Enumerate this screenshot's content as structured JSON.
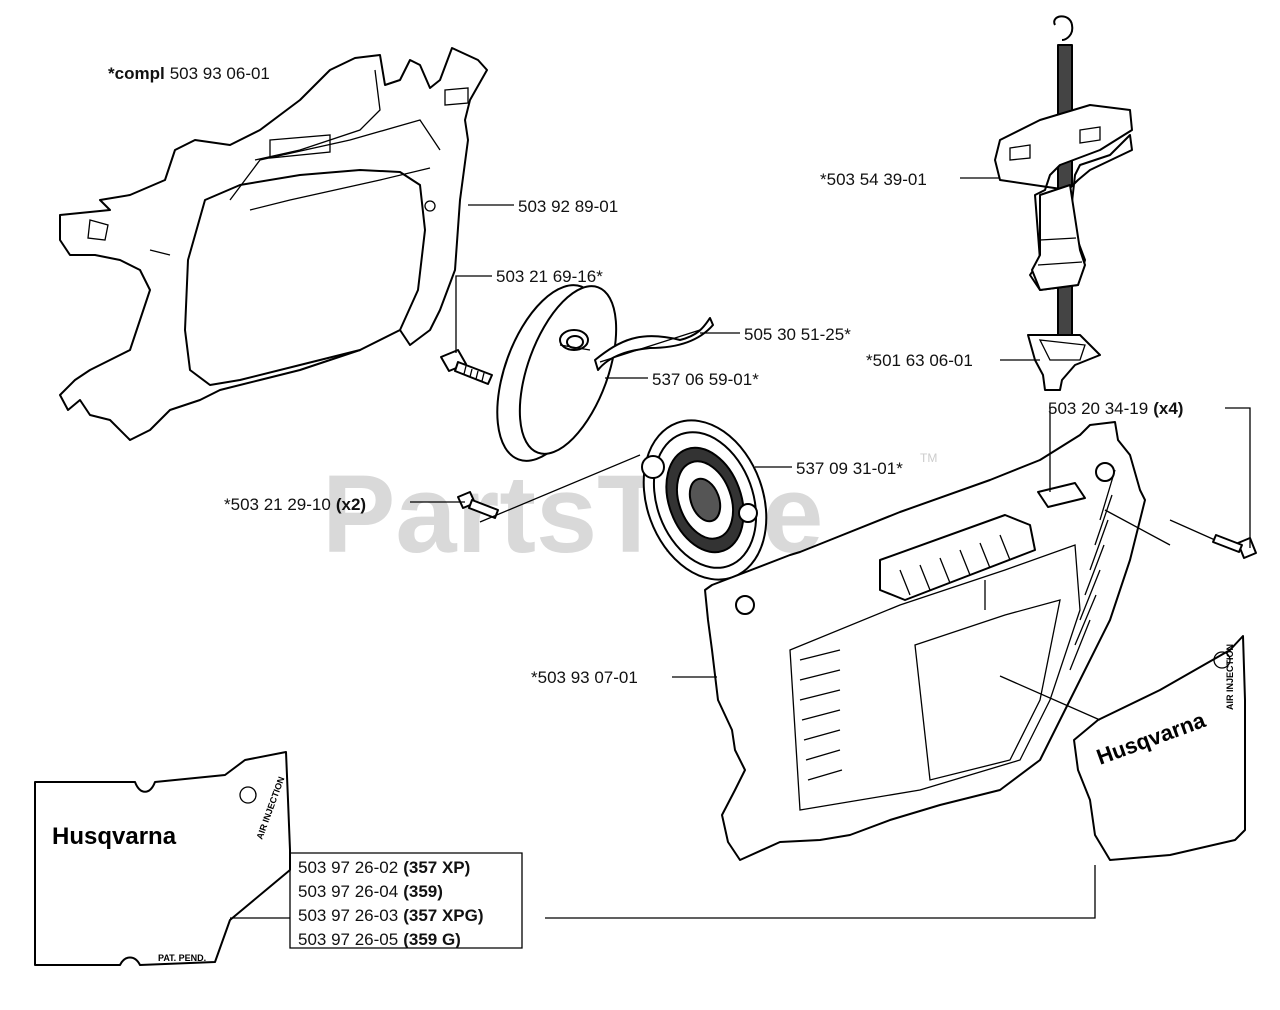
{
  "watermark": "PartsTree",
  "watermark_tm": "TM",
  "labels": {
    "compl_prefix": "*compl",
    "compl_number": "503 93 06-01",
    "cover": "503 92 89-01",
    "screw_top": "503 21 69-16*",
    "rope": "505 30 51-25*",
    "pulley": "537 06 59-01*",
    "spring": "537 09 31-01*",
    "screw_small_number": "*503 21 29-10",
    "screw_small_qty": "(x2)",
    "handle": "*503 54 39-01",
    "guide": "*501 63 06-01",
    "screws_right_number": "503 20 34-19",
    "screws_right_qty": "(x4)",
    "starter": "*503 93 07-01"
  },
  "decal_box": {
    "rows": [
      {
        "number": "503 97 26-02",
        "model": "(357 XP)"
      },
      {
        "number": "503 97 26-04",
        "model": "(359)"
      },
      {
        "number": "503 97 26-03",
        "model": "(357 XPG)"
      },
      {
        "number": "503 97 26-05",
        "model": "(359 G)"
      }
    ]
  },
  "decal_left": {
    "brand": "Husqvarna",
    "tag": "AIR INJECTION",
    "pat": "PAT. PEND."
  },
  "decal_right": {
    "brand": "Husqvarna",
    "tag": "AIR INJECTION"
  }
}
